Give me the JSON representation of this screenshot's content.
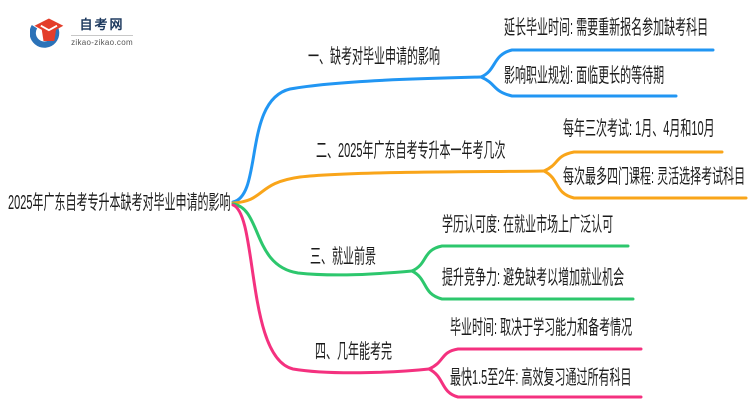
{
  "logo": {
    "site_name": "自考网",
    "site_url": "zikao-zikao.com",
    "colors": {
      "blue": "#2b72b8",
      "red": "#e33e2b"
    }
  },
  "root": {
    "label": "2025年广东自考专升本缺考对毕业申请的影响"
  },
  "branches": [
    {
      "label": "一、缺考对毕业申请的影响",
      "color": "#2196f3",
      "children": [
        {
          "label": "延长毕业时间: 需要重新报名参加缺考科目"
        },
        {
          "label": "影响职业规划: 面临更长的等待期"
        }
      ]
    },
    {
      "label": "二、2025年广东自考专升本一年考几次",
      "color": "#f9a51a",
      "children": [
        {
          "label": "每年三次考试: 1月、4月和10月"
        },
        {
          "label": "每次最多四门课程: 灵活选择考试科目"
        }
      ]
    },
    {
      "label": "三、就业前景",
      "color": "#2dc76d",
      "children": [
        {
          "label": "学历认可度: 在就业市场上广泛认可"
        },
        {
          "label": "提升竞争力: 避免缺考以增加就业机会"
        }
      ]
    },
    {
      "label": "四、几年能考完",
      "color": "#f4317f",
      "children": [
        {
          "label": "毕业时间: 取决于学习能力和备考情况"
        },
        {
          "label": "最快1.5至2年: 高效复习通过所有科目"
        }
      ]
    }
  ]
}
